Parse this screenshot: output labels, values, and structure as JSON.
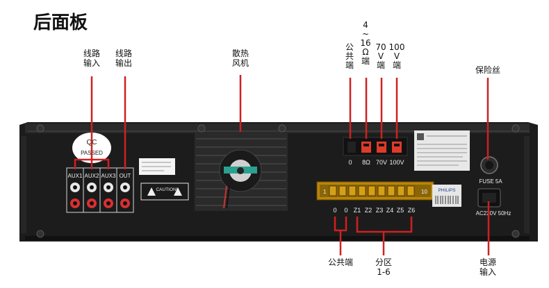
{
  "title": "后面板",
  "callouts": {
    "line_in": [
      "线路",
      "输入"
    ],
    "line_out": [
      "线路",
      "输出"
    ],
    "fan": [
      "散热",
      "风机"
    ],
    "com": [
      "公",
      "共",
      "端"
    ],
    "ohm": [
      "4",
      "~",
      "16",
      "Ω",
      "端"
    ],
    "v70": [
      "70",
      "V",
      "端"
    ],
    "v100": [
      "100",
      "V",
      "端"
    ],
    "fuse": "保险丝",
    "common_bottom": "公共端",
    "zones": [
      "分区",
      "1-6"
    ],
    "power_in": [
      "电源",
      "输入"
    ]
  },
  "panel": {
    "qc_sticker": [
      "QC",
      "PASSED"
    ],
    "aux_labels": [
      "AUX1",
      "AUX2",
      "AUX3",
      "OUT"
    ],
    "caution": "CAUTION!",
    "speaker_term_labels": [
      "0",
      "8Ω",
      "70V",
      "100V"
    ],
    "zone_term_labels": [
      "0",
      "0",
      "Z1",
      "Z2",
      "Z3",
      "Z4",
      "Z5",
      "Z6"
    ],
    "fuse_label": "FUSE 5A",
    "ac_label": "AC220V 50Hz",
    "brand": "PHILIPS",
    "terminal_strip_ends": [
      "1",
      "10"
    ]
  },
  "colors": {
    "callout_line": "#d02020",
    "chassis": "#1c1c1c",
    "terminal_red": "#e03a2a",
    "terminal_strip": "#b8860b"
  }
}
